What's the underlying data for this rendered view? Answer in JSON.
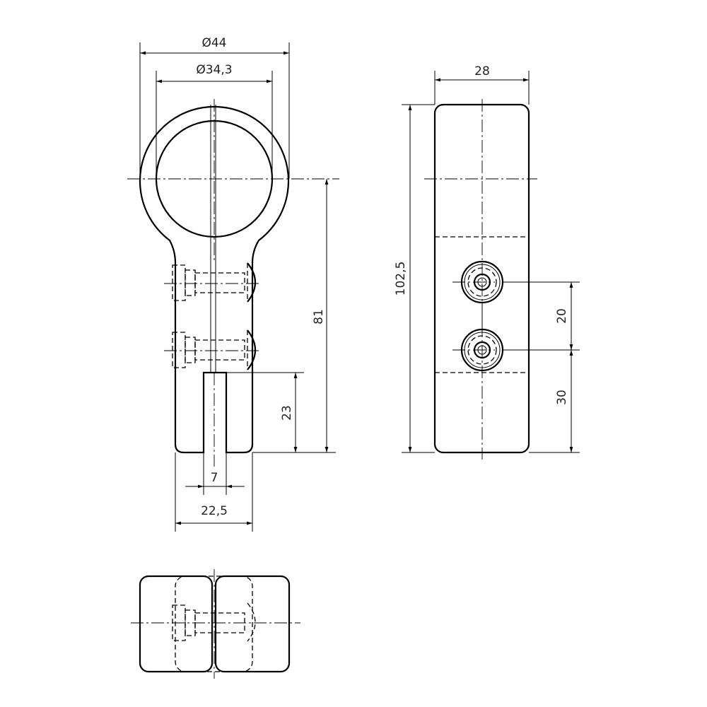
{
  "dimensions": {
    "outer_diameter": "Ø44",
    "inner_diameter": "Ø34,3",
    "height_to_center": "81",
    "slot_depth": "23",
    "slot_width": "7",
    "body_width": "22,5",
    "side_width": "28",
    "total_height": "102,5",
    "screw_spacing": "20",
    "screw_to_bottom": "30"
  },
  "colors": {
    "line": "#000000",
    "text": "#222222"
  }
}
